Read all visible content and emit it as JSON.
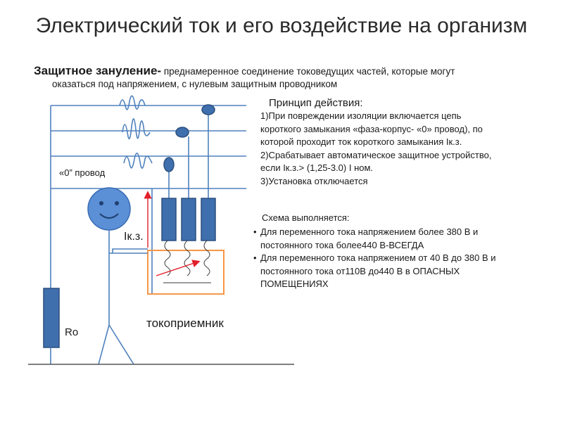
{
  "slide": {
    "title": "Электрический ток и его воздействие на организм",
    "definition_term": "Защитное зануление-",
    "definition_text_1": " преднамеренное соединение токоведущих частей, которые могут",
    "definition_text_2": "оказаться под напряжением, с нулевым защитным проводником",
    "principle_heading": "Принцип действия:",
    "principle_items": [
      "1)При повреждении изоляции включается цепь короткого замыкания «фаза-корпус- «0» провод), по которой проходит ток короткого замыкания Iк.з.",
      "2)Срабатывает  автоматическое защитное устройство, если Iк.з.> (1,25-3.0) I ном.",
      "3)Установка отключается"
    ],
    "scheme_heading": "Схема выполняется:",
    "scheme_items": [
      "Для переменного тока напряжением более 380 В и постоянного тока более440 В-ВСЕГДА",
      "Для переменного тока напряжением от 40 В  до 380 В и постоянного тока от110В  до440 В в ОПАСНЫХ ПОМЕЩЕНИЯХ"
    ]
  },
  "diagram": {
    "label_zero_wire": "«0” провод",
    "label_ikz": "Iк.з.",
    "label_ro": "Ro",
    "label_current_collector": "токоприемник",
    "colors": {
      "wire": "#4f81bd",
      "fill": "#3f6fad",
      "fill_stroke": "#2c4f7e",
      "enclosure": "#f79646",
      "arrow": "#e0202a",
      "ground": "#555555",
      "face": "#5b8fd6"
    }
  }
}
